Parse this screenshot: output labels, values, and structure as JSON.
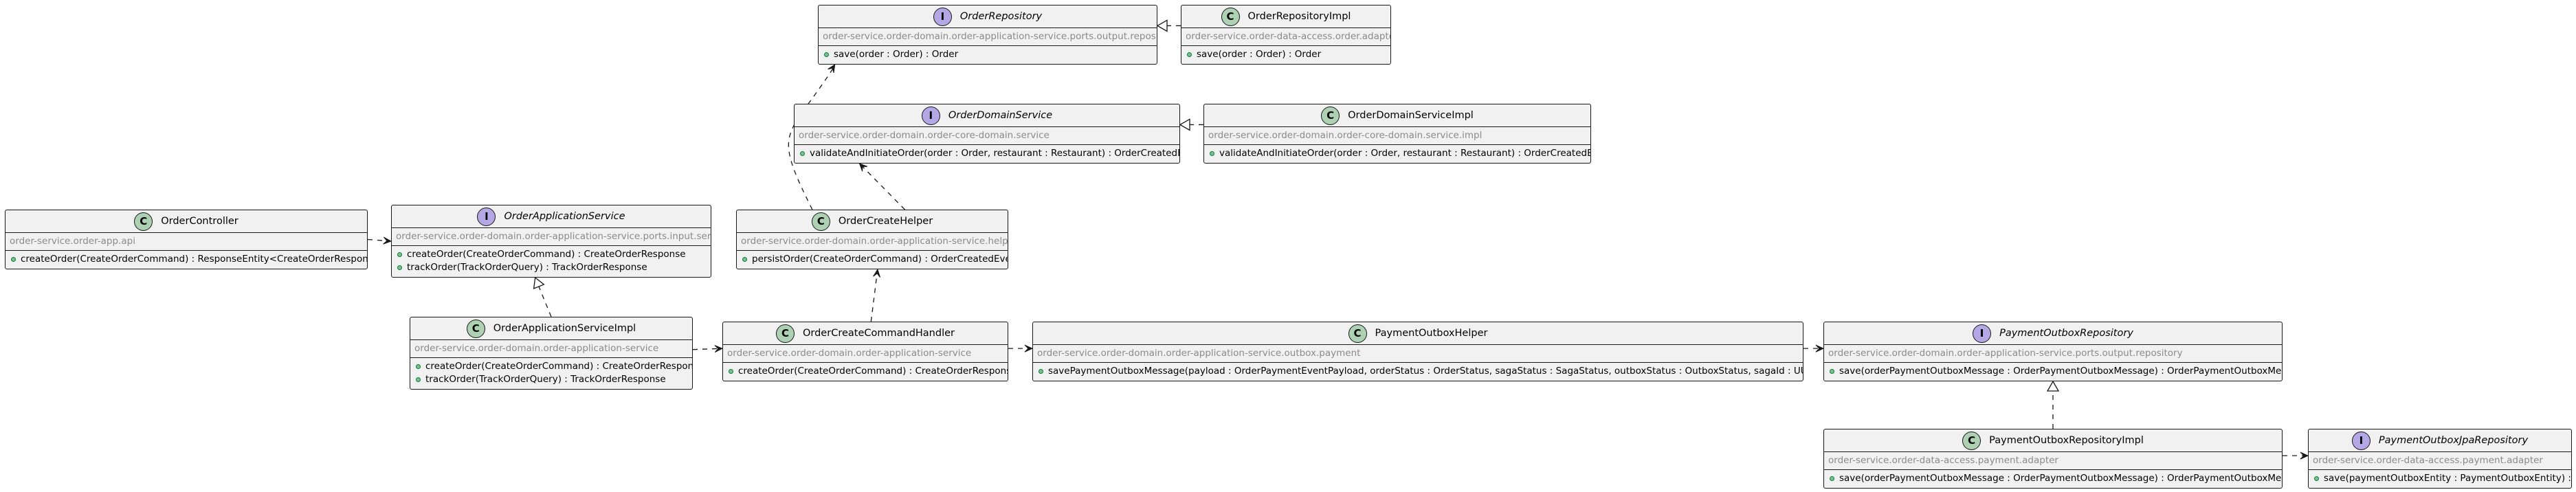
{
  "diagram": {
    "nodes": {
      "order_repository": {
        "kind": "interface",
        "badge": "I",
        "name": "OrderRepository",
        "package": "order-service.order-domain.order-application-service.ports.output.repository",
        "operations": [
          "save(order : Order) : Order"
        ]
      },
      "order_repository_impl": {
        "kind": "class",
        "badge": "C",
        "name": "OrderRepositoryImpl",
        "package": "order-service.order-data-access.order.adapter",
        "operations": [
          "save(order : Order) : Order"
        ]
      },
      "order_domain_service": {
        "kind": "interface",
        "badge": "I",
        "name": "OrderDomainService",
        "package": "order-service.order-domain.order-core-domain.service",
        "operations": [
          "validateAndInitiateOrder(order : Order, restaurant : Restaurant) : OrderCreatedEvent"
        ]
      },
      "order_domain_service_impl": {
        "kind": "class",
        "badge": "C",
        "name": "OrderDomainServiceImpl",
        "package": "order-service.order-domain.order-core-domain.service.impl",
        "operations": [
          "validateAndInitiateOrder(order : Order, restaurant : Restaurant) : OrderCreatedEvent"
        ]
      },
      "order_controller": {
        "kind": "class",
        "badge": "C",
        "name": "OrderController",
        "package": "order-service.order-app.api",
        "operations": [
          "createOrder(CreateOrderCommand) : ResponseEntity<CreateOrderResponse>"
        ]
      },
      "order_application_service": {
        "kind": "interface",
        "badge": "I",
        "name": "OrderApplicationService",
        "package": "order-service.order-domain.order-application-service.ports.input.service",
        "operations": [
          "createOrder(CreateOrderCommand) : CreateOrderResponse",
          "trackOrder(TrackOrderQuery) : TrackOrderResponse"
        ]
      },
      "order_create_helper": {
        "kind": "class",
        "badge": "C",
        "name": "OrderCreateHelper",
        "package": "order-service.order-domain.order-application-service.helper",
        "operations": [
          "persistOrder(CreateOrderCommand) : OrderCreatedEvent"
        ]
      },
      "order_application_service_impl": {
        "kind": "class",
        "badge": "C",
        "name": "OrderApplicationServiceImpl",
        "package": "order-service.order-domain.order-application-service",
        "operations": [
          "createOrder(CreateOrderCommand) : CreateOrderResponse",
          "trackOrder(TrackOrderQuery) : TrackOrderResponse"
        ]
      },
      "order_create_command_handler": {
        "kind": "class",
        "badge": "C",
        "name": "OrderCreateCommandHandler",
        "package": "order-service.order-domain.order-application-service",
        "operations": [
          "createOrder(CreateOrderCommand) : CreateOrderResponse"
        ]
      },
      "payment_outbox_helper": {
        "kind": "class",
        "badge": "C",
        "name": "PaymentOutboxHelper",
        "package": "order-service.order-domain.order-application-service.outbox.payment",
        "operations": [
          "savePaymentOutboxMessage(payload : OrderPaymentEventPayload, orderStatus : OrderStatus, sagaStatus : SagaStatus, outboxStatus : OutboxStatus, sagaId : UUID) : void"
        ]
      },
      "payment_outbox_repository": {
        "kind": "interface",
        "badge": "I",
        "name": "PaymentOutboxRepository",
        "package": "order-service.order-domain.order-application-service.ports.output.repository",
        "operations": [
          "save(orderPaymentOutboxMessage : OrderPaymentOutboxMessage) : OrderPaymentOutboxMessage"
        ]
      },
      "payment_outbox_repository_impl": {
        "kind": "class",
        "badge": "C",
        "name": "PaymentOutboxRepositoryImpl",
        "package": "order-service.order-data-access.payment.adapter",
        "operations": [
          "save(orderPaymentOutboxMessage : OrderPaymentOutboxMessage) : OrderPaymentOutboxMessage"
        ]
      },
      "payment_outbox_jpa_repository": {
        "kind": "interface",
        "badge": "I",
        "name": "PaymentOutboxJpaRepository",
        "package": "order-service.order-data-access.payment.adapter",
        "operations": [
          "save(paymentOutboxEntity : PaymentOutboxEntity) : void"
        ]
      }
    },
    "edges": [
      {
        "from": "order_repository_impl",
        "to": "order_repository",
        "type": "realization"
      },
      {
        "from": "order_domain_service_impl",
        "to": "order_domain_service",
        "type": "realization"
      },
      {
        "from": "order_controller",
        "to": "order_application_service",
        "type": "dependency"
      },
      {
        "from": "order_application_service_impl",
        "to": "order_application_service",
        "type": "realization"
      },
      {
        "from": "order_application_service_impl",
        "to": "order_create_command_handler",
        "type": "dependency"
      },
      {
        "from": "order_create_command_handler",
        "to": "order_create_helper",
        "type": "dependency"
      },
      {
        "from": "order_create_command_handler",
        "to": "payment_outbox_helper",
        "type": "dependency"
      },
      {
        "from": "order_create_helper",
        "to": "order_domain_service",
        "type": "dependency"
      },
      {
        "from": "order_create_helper",
        "to": "order_repository",
        "type": "dependency"
      },
      {
        "from": "payment_outbox_helper",
        "to": "payment_outbox_repository",
        "type": "dependency"
      },
      {
        "from": "payment_outbox_repository_impl",
        "to": "payment_outbox_repository",
        "type": "realization"
      },
      {
        "from": "payment_outbox_repository_impl",
        "to": "payment_outbox_jpa_repository",
        "type": "dependency"
      }
    ],
    "colors": {
      "node_fill": "#f1f1f1",
      "node_border": "#181818",
      "class_badge": "#add1b2",
      "interface_badge": "#b4a7e5",
      "package_text": "#8a8a8a",
      "method_dot": "#84be84",
      "edge": "#181818"
    }
  }
}
